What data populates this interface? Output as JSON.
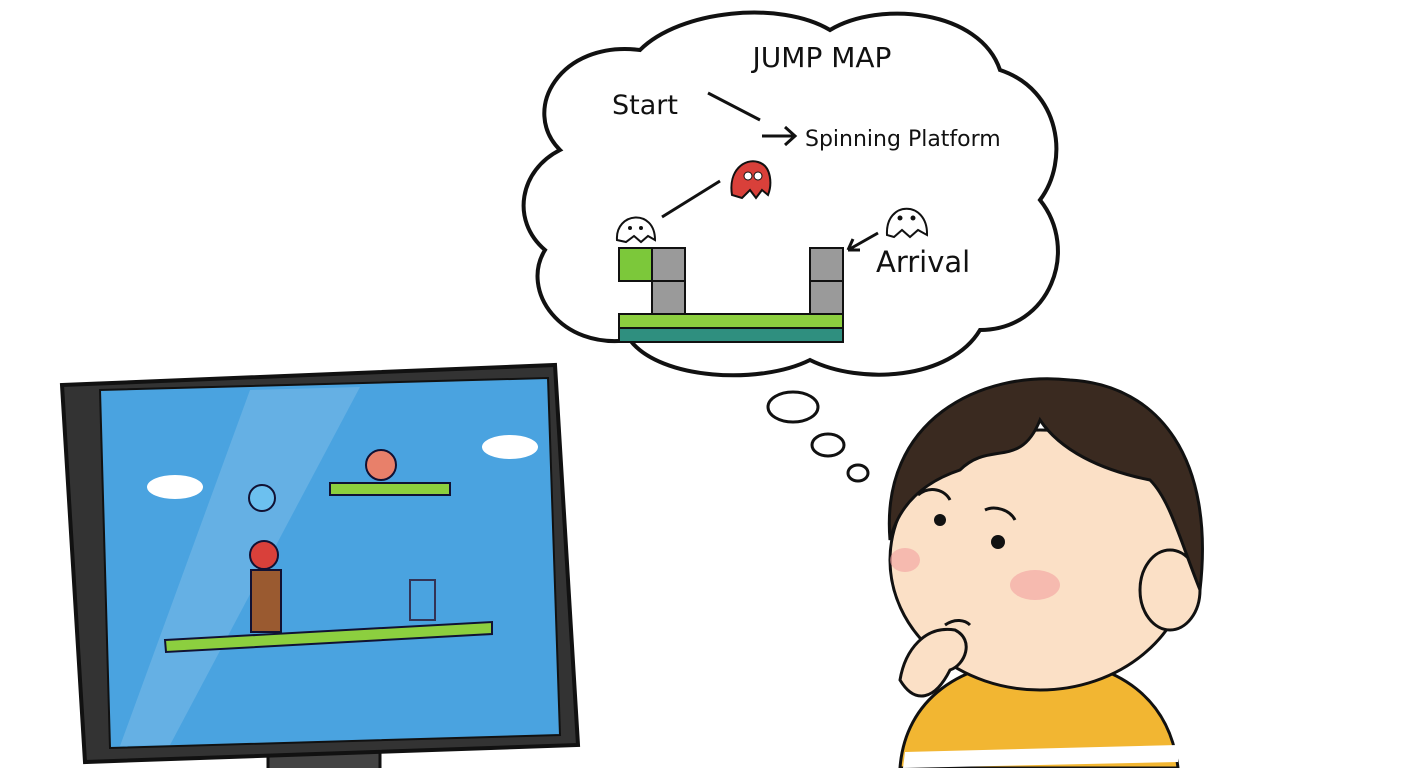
{
  "thought": {
    "title": "JUMP MAP",
    "start_label": "Start",
    "platform_label": "Spinning Platform",
    "arrival_label": "Arrival"
  },
  "colors": {
    "sky": "#4aa3e0",
    "grass": "#8ccf3f",
    "water": "#2f8f7f",
    "ghost_red": "#d9403a",
    "hair": "#3a2a20",
    "shirt": "#f2b632",
    "skin": "#fbe0c6"
  }
}
